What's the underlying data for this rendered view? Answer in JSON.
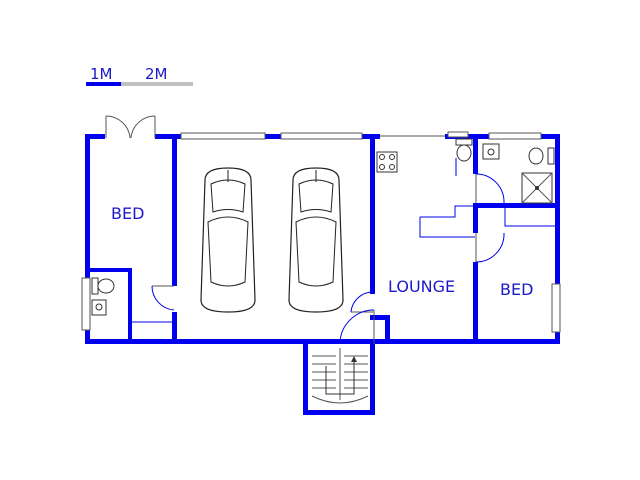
{
  "scale_bar": {
    "label_1": "1M",
    "label_2": "2M"
  },
  "rooms": {
    "bed_left": "BED",
    "lounge": "LOUNGE",
    "bed_right": "BED"
  },
  "colors": {
    "wall": "#0000ee",
    "label": "#1a1ac8",
    "scale_gray": "#c0c0c0"
  }
}
